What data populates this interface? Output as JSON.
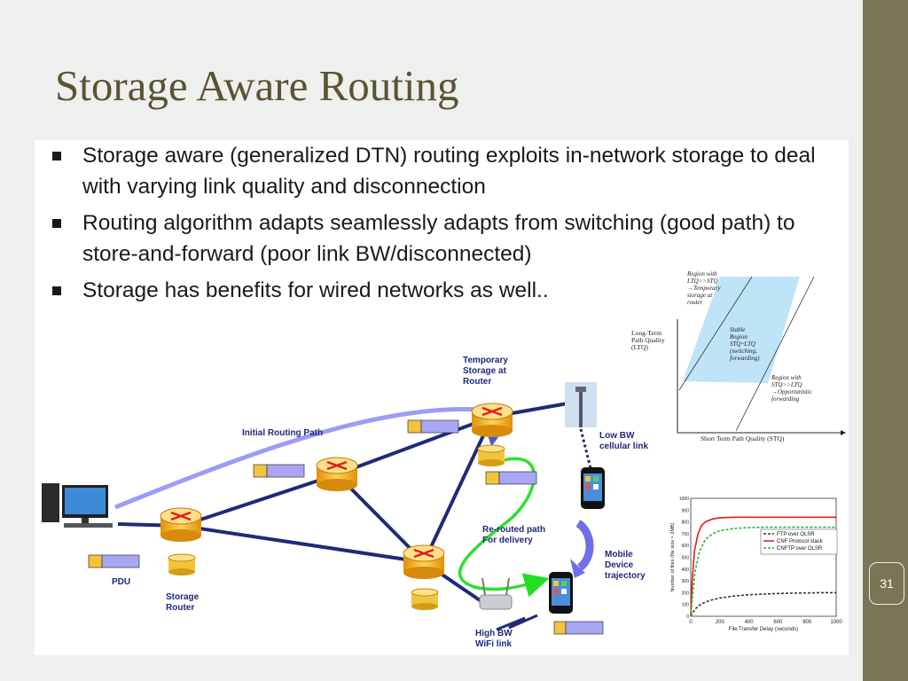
{
  "slide": {
    "title": "Storage Aware Routing",
    "page_number": "31",
    "colors": {
      "accent_bar": "#7b7455",
      "title": "#5c5335",
      "link": "#1f2a78"
    }
  },
  "bullets": [
    "Storage aware (generalized DTN) routing exploits in-network storage to deal with varying link quality and disconnection",
    "Routing algorithm adapts seamlessly adapts from switching (good path) to store-and-forward (poor link BW/disconnected)",
    "Storage has benefits for wired networks as well.."
  ],
  "network_diagram": {
    "labels": {
      "temporary_storage": [
        "Temporary",
        "Storage at",
        "Router"
      ],
      "initial_routing_path": "Initial Routing Path",
      "low_bw": [
        "Low BW",
        "cellular link"
      ],
      "rerouted": [
        "Re-routed path",
        "For delivery"
      ],
      "mobile_device": [
        "Mobile",
        "Device",
        "trajectory"
      ],
      "pdu": "PDU",
      "storage_router": [
        "Storage",
        "Router"
      ],
      "high_bw": [
        "High  BW",
        "WiFi  link"
      ]
    },
    "icons": [
      "desktop-computer-icon",
      "router-icon",
      "storage-cylinder-icon",
      "cell-tower-icon",
      "smartphone-icon",
      "wifi-access-point-icon"
    ]
  },
  "region_chart": {
    "x_axis": "Short Term Path Quality (STQ)",
    "y_axis": [
      "Long-Term",
      "Path Quality",
      "(LTQ)"
    ],
    "region_top": [
      "Region with",
      "LTQ>>STQ",
      "→Temporary",
      "storage at",
      "router"
    ],
    "region_stable": [
      "Stable",
      "Region",
      "STQ~LTQ",
      "(switching,",
      "forwarding)"
    ],
    "region_bottom": [
      "Region with",
      "STQ>>LTQ",
      "→Opportunistic",
      "forwarding"
    ]
  },
  "chart_data": {
    "type": "line",
    "xlabel": "File Transfer Delay (seconds)",
    "ylabel": "Number of files (file size = 2MB)",
    "xlim": [
      0,
      1000
    ],
    "ylim": [
      0,
      1000
    ],
    "x_ticks": [
      "0",
      "200",
      "400",
      "600",
      "800",
      "1000"
    ],
    "y_ticks": [
      "0",
      "100",
      "200",
      "300",
      "400",
      "500",
      "600",
      "700",
      "800",
      "900",
      "1000"
    ],
    "legend_position": "right",
    "series": [
      {
        "name": "FTP over OLSR",
        "color": "#333333",
        "style": "dashed",
        "x": [
          0,
          30,
          60,
          100,
          150,
          200,
          300,
          400,
          500,
          600,
          700,
          800,
          900,
          1000
        ],
        "y": [
          0,
          60,
          95,
          120,
          140,
          155,
          172,
          182,
          188,
          193,
          196,
          198,
          200,
          200
        ]
      },
      {
        "name": "CNF Protocol stack",
        "color": "#e01b1b",
        "style": "solid",
        "x": [
          0,
          10,
          25,
          50,
          75,
          100,
          150,
          200,
          300,
          400,
          600,
          800,
          1000
        ],
        "y": [
          0,
          300,
          550,
          700,
          770,
          800,
          825,
          835,
          840,
          840,
          840,
          840,
          840
        ]
      },
      {
        "name": "CNFTP over OLSR",
        "color": "#22b822",
        "style": "dashed",
        "x": [
          0,
          15,
          30,
          60,
          100,
          150,
          200,
          300,
          400,
          500,
          700,
          1000
        ],
        "y": [
          0,
          220,
          380,
          550,
          650,
          700,
          725,
          745,
          752,
          755,
          755,
          755
        ]
      }
    ]
  }
}
